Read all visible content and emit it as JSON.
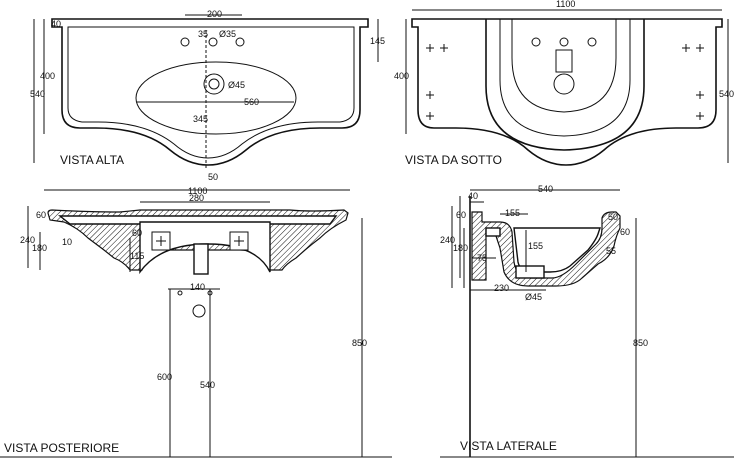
{
  "views": {
    "top": {
      "title": "VISTA ALTA",
      "dims": {
        "width_tap": "200",
        "edge_40": "40",
        "hole_35": "35",
        "hole_d35": "Ø35",
        "depth_145": "145",
        "height_400": "400",
        "height_540": "540",
        "drain_d45": "Ø45",
        "bowl_560": "560",
        "bowl_345": "345",
        "bottom_50": "50"
      }
    },
    "bottom": {
      "title": "VISTA DA SOTTO",
      "dims": {
        "width_1100": "1100",
        "height_400": "400",
        "height_540": "540"
      }
    },
    "back": {
      "title": "VISTA POSTERIORE",
      "dims": {
        "width_1100": "1100",
        "width_280": "280",
        "h_60": "60",
        "h_240": "240",
        "h_180": "180",
        "h_10": "10",
        "bracket_60": "60",
        "bracket_115": "115",
        "pipe_140": "140",
        "height_600": "600",
        "height_540": "540",
        "height_850": "850"
      }
    },
    "side": {
      "title": "VISTA LATERALE",
      "dims": {
        "width_540": "540",
        "edge_40": "40",
        "h_60": "60",
        "depth_155_top": "155",
        "depth_155": "155",
        "h_240": "240",
        "h_180": "180",
        "h_75": "75",
        "w_230": "230",
        "drain_d45": "Ø45",
        "r_50": "50",
        "r_60": "60",
        "r_55": "55",
        "height_850": "850"
      }
    }
  }
}
